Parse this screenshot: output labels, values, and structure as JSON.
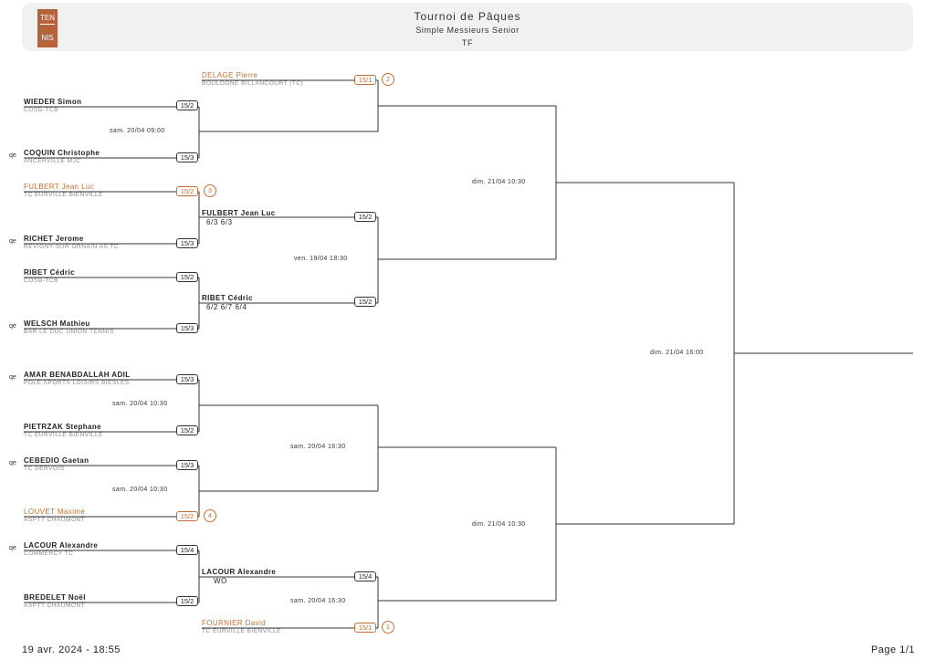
{
  "header": {
    "logo_top": "TEN",
    "logo_bottom": "NIS",
    "title": "Tournoi de Pâques",
    "subtitle": "Simple Messieurs Senior",
    "subtitle2": "TF"
  },
  "players": {
    "delage": {
      "name": "DELAGE Pierre",
      "club": "BOULOGNE BILLANCOURT (TC)",
      "rank": "15/1",
      "seed": "2"
    },
    "wieder": {
      "name": "WIEDER Simon",
      "club": "COSD-TCB",
      "rank": "15/2"
    },
    "coquin": {
      "name": "COQUIN Christophe",
      "club": "ANCERVILLE MJC",
      "rank": "15/3",
      "qe": "qe"
    },
    "fulbert": {
      "name": "FULBERT Jean Luc",
      "club": "TC EURVILLE BIENVILLE",
      "rank": "15/2",
      "seed": "3"
    },
    "richet": {
      "name": "RICHET Jerome",
      "club": "REVIGNY SUR ORNAIN AS TC",
      "rank": "15/3",
      "qe": "qe"
    },
    "ribet": {
      "name": "RIBET Cédric",
      "club": "COSD-TCB",
      "rank": "15/2"
    },
    "welsch": {
      "name": "WELSCH Mathieu",
      "club": "BAR LE DUC UNION TENNIS",
      "rank": "15/3",
      "qe": "qe"
    },
    "amar": {
      "name": "AMAR BENABDALLAH ADIL",
      "club": "POLE SPORTS LOISIRS BIESLES",
      "rank": "15/3",
      "qe": "qe"
    },
    "pietrzak": {
      "name": "PIETRZAK Stephane",
      "club": "TC EURVILLE BIENVILLE",
      "rank": "15/2"
    },
    "cebedio": {
      "name": "CEBEDIO Gaetan",
      "club": "TC DERVOIS",
      "rank": "15/3",
      "qe": "qe"
    },
    "louvet": {
      "name": "LOUVET Maxime",
      "club": "ASPTT CHAUMONT",
      "rank": "15/2",
      "seed": "4"
    },
    "lacour": {
      "name": "LACOUR Alexandre",
      "club": "COMMERCY TC",
      "rank": "15/4",
      "qe": "qe"
    },
    "bredelet": {
      "name": "BREDELET Noël",
      "club": "ASPTT CHAUMONT",
      "rank": "15/2"
    },
    "fournier": {
      "name": "FOURNIER David",
      "club": "TC EURVILLE BIENVILLE",
      "rank": "15/1",
      "seed": "1"
    }
  },
  "results": {
    "r1": {
      "name": "FULBERT Jean Luc",
      "score": "6/3 6/3",
      "rank": "15/2"
    },
    "r2": {
      "name": "RIBET Cédric",
      "score": "6/2 6/7 6/4",
      "rank": "15/2"
    },
    "r3": {
      "name": "LACOUR Alexandre",
      "score": "WO",
      "rank": "15/4"
    }
  },
  "schedule": {
    "s1": "sam. 20/04 09:00",
    "s2": "ven. 19/04 18:30",
    "s3": "sam. 20/04 10:30",
    "s4": "sam. 20/04 10:30",
    "s5": "sam. 20/04 16:30",
    "s6": "sam. 20/04 16:30",
    "s7": "dim. 21/04 10:30",
    "s8": "dim. 21/04 10:30",
    "s9": "dim. 21/04 16:00"
  },
  "footer": {
    "date": "19 avr. 2024 - 18:55",
    "page": "Page 1/1"
  }
}
